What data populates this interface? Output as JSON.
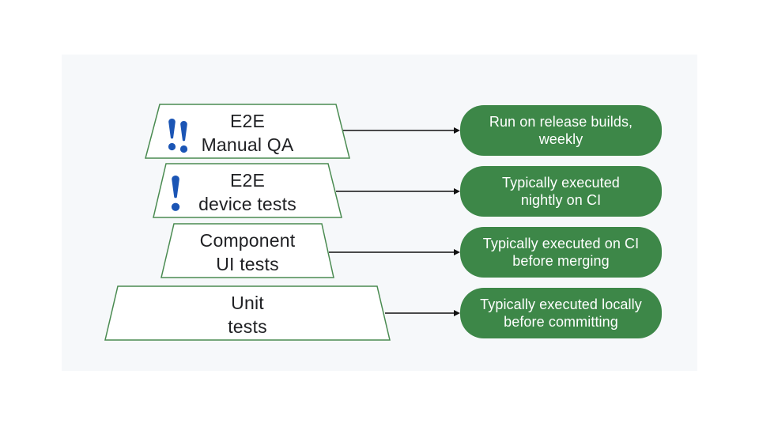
{
  "colors": {
    "page_bg": "#ffffff",
    "panel_bg": "#f6f8fa",
    "shape_fill": "#ffffff",
    "shape_border": "#4a8b51",
    "pill_bg": "#3d8748",
    "pill_text": "#ffffff",
    "label_text": "#202124",
    "arrow": "#111111",
    "alert_blue": "#1b55b5"
  },
  "diagram": {
    "type": "testing-pyramid",
    "layers": [
      {
        "title_line1": "E2E",
        "title_line2": "Manual QA",
        "alert_icon": "double-exclamation-icon",
        "annotation_line1": "Run on release builds,",
        "annotation_line2": "weekly"
      },
      {
        "title_line1": "E2E",
        "title_line2": "device tests",
        "alert_icon": "exclamation-icon",
        "annotation_line1": "Typically executed",
        "annotation_line2": "nightly on CI"
      },
      {
        "title_line1": "Component",
        "title_line2": "UI tests",
        "alert_icon": null,
        "annotation_line1": "Typically executed on CI",
        "annotation_line2": "before merging"
      },
      {
        "title_line1": "Unit",
        "title_line2": "tests",
        "alert_icon": null,
        "annotation_line1": "Typically executed locally",
        "annotation_line2": "before committing"
      }
    ]
  }
}
